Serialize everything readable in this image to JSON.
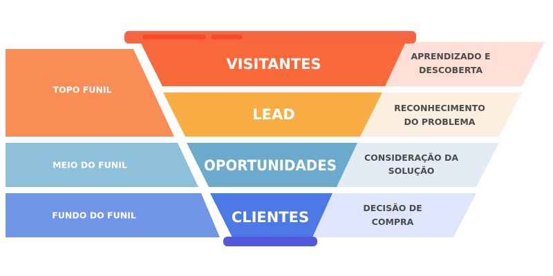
{
  "colors": {
    "top_left": "#f98d55",
    "mid_left": "#8fc0d9",
    "bottom_left": "#7196e7",
    "visitantes": "#f9693a",
    "lead": "#fbad45",
    "oportunidades": "#6ba9cd",
    "clientes": "#4d79e6",
    "rim": "#fa6541",
    "rim_highlight": "#f84a2f",
    "base": "#5556d9",
    "right_1": "#ffdfd6",
    "right_2": "#fdefe0",
    "right_3": "#e3ecf5",
    "right_4": "#dfe5fa",
    "left_text": "#ffffff",
    "stage_text": "#ffffff",
    "right_text": "#4a4a4a"
  },
  "left_labels": [
    {
      "text": "TOPO FUNIL"
    },
    {
      "text": "MEIO DO FUNIL"
    },
    {
      "text": "FUNDO DO FUNIL"
    }
  ],
  "stages": [
    {
      "label": "VISITANTES"
    },
    {
      "label": "LEAD"
    },
    {
      "label": "OPORTUNIDADES"
    },
    {
      "label": "CLIENTES"
    }
  ],
  "right_labels": [
    {
      "line1": "APRENDIZADO E",
      "line2": "DESCOBERTA"
    },
    {
      "line1": "RECONHECIMENTO",
      "line2": "DO PROBLEMA"
    },
    {
      "line1": "CONSIDERAÇÃO DA",
      "line2": "SOLUÇÃO"
    },
    {
      "line1": "DECISÃO DE",
      "line2": "COMPRA"
    }
  ]
}
